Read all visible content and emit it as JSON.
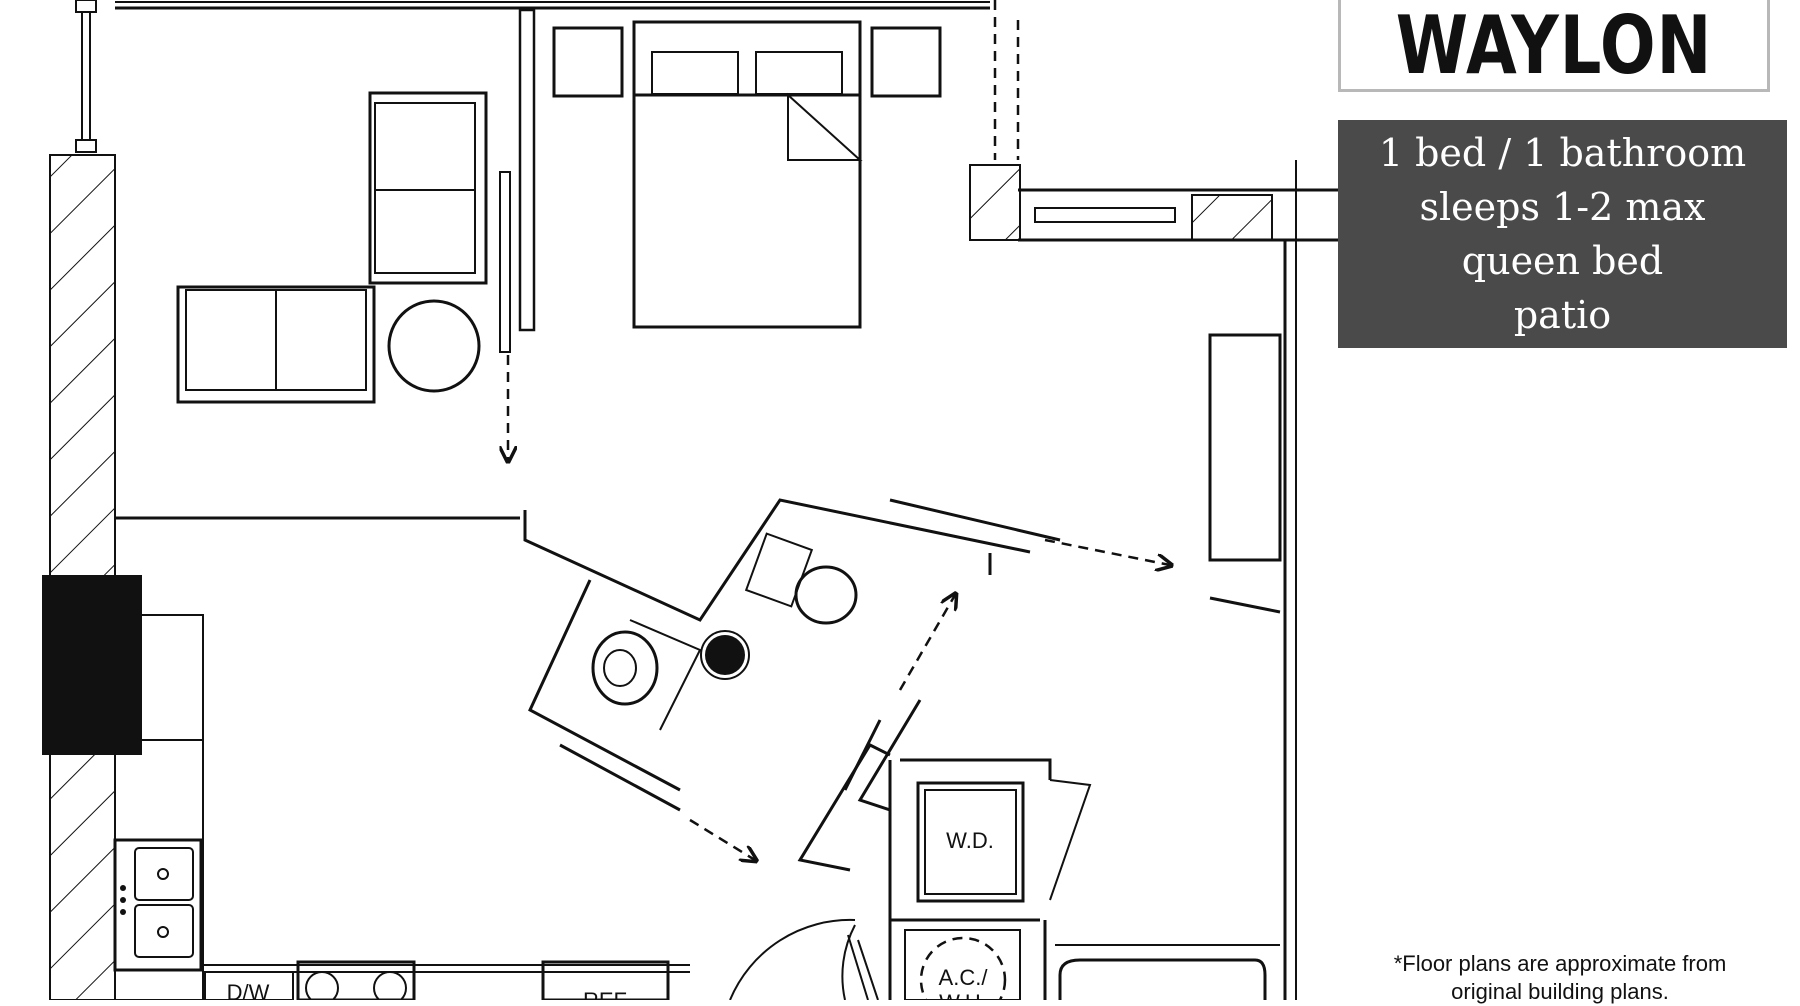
{
  "title": "WAYLON",
  "info": {
    "line1": "1 bed / 1 bathroom",
    "line2": "sleeps 1-2 max",
    "line3": "queen bed",
    "line4": "patio"
  },
  "labels": {
    "washer_dryer": "W.D.",
    "ac_unit": "A.C./",
    "ac_unit_2": "W.H.",
    "dishwasher": "D/W",
    "refrigerator": "REF"
  },
  "footnote": {
    "line1": "*Floor plans are approximate from",
    "line2": "original building plans."
  }
}
